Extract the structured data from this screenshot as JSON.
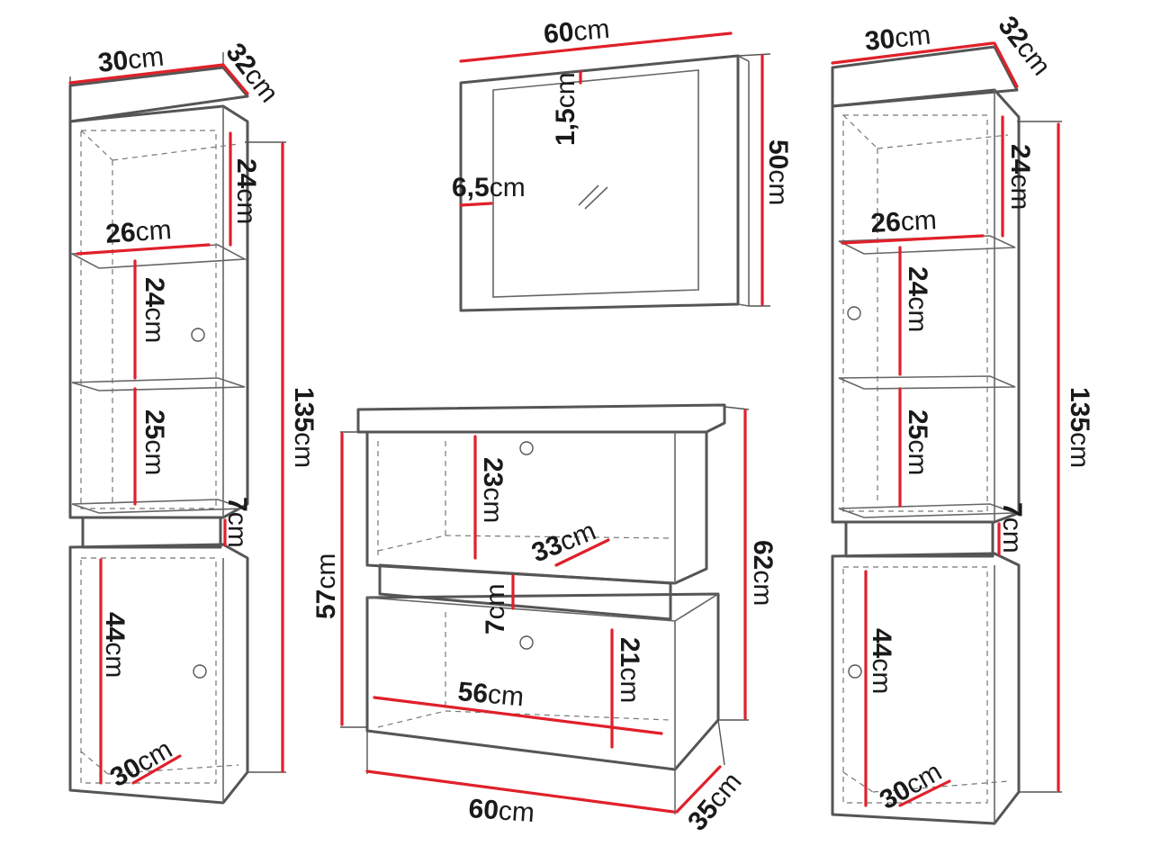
{
  "colors": {
    "dimension_line": "#e0202a",
    "outline": "#555555",
    "text": "#1a1a1a",
    "background": "#ffffff"
  },
  "labels": {
    "left": {
      "width": {
        "num": "30",
        "unit": "cm"
      },
      "depth": {
        "num": "32",
        "unit": "cm"
      },
      "height": {
        "num": "135",
        "unit": "cm"
      },
      "top_shelf": {
        "num": "24",
        "unit": "cm"
      },
      "inner_width": {
        "num": "26",
        "unit": "cm"
      },
      "shelf_2": {
        "num": "24",
        "unit": "cm"
      },
      "shelf_3": {
        "num": "25",
        "unit": "cm"
      },
      "gap": {
        "num": "7",
        "unit": "cm"
      },
      "bottom": {
        "num": "44",
        "unit": "cm"
      },
      "bottom_depth": {
        "num": "30",
        "unit": "cm"
      }
    },
    "mirror": {
      "width": {
        "num": "60",
        "unit": "cm"
      },
      "height": {
        "num": "50",
        "unit": "cm"
      },
      "frame_top": {
        "num": "1,5",
        "unit": "cm"
      },
      "frame_side": {
        "num": "6,5",
        "unit": "cm"
      }
    },
    "vanity": {
      "total_height": {
        "num": "62",
        "unit": "cm"
      },
      "body_height": {
        "num": "57",
        "unit": "cm"
      },
      "upper_inner": {
        "num": "23",
        "unit": "cm"
      },
      "upper_depth": {
        "num": "33",
        "unit": "cm"
      },
      "gap": {
        "num": "7",
        "unit": "cm"
      },
      "lower_inner": {
        "num": "21",
        "unit": "cm"
      },
      "inner_width": {
        "num": "56",
        "unit": "cm"
      },
      "width": {
        "num": "60",
        "unit": "cm"
      },
      "depth": {
        "num": "35",
        "unit": "cm"
      }
    },
    "right": {
      "width": {
        "num": "30",
        "unit": "cm"
      },
      "depth": {
        "num": "32",
        "unit": "cm"
      },
      "height": {
        "num": "135",
        "unit": "cm"
      },
      "top_shelf": {
        "num": "24",
        "unit": "cm"
      },
      "inner_width": {
        "num": "26",
        "unit": "cm"
      },
      "shelf_2": {
        "num": "24",
        "unit": "cm"
      },
      "shelf_3": {
        "num": "25",
        "unit": "cm"
      },
      "gap": {
        "num": "7",
        "unit": "cm"
      },
      "bottom": {
        "num": "44",
        "unit": "cm"
      },
      "bottom_depth": {
        "num": "30",
        "unit": "cm"
      }
    }
  }
}
